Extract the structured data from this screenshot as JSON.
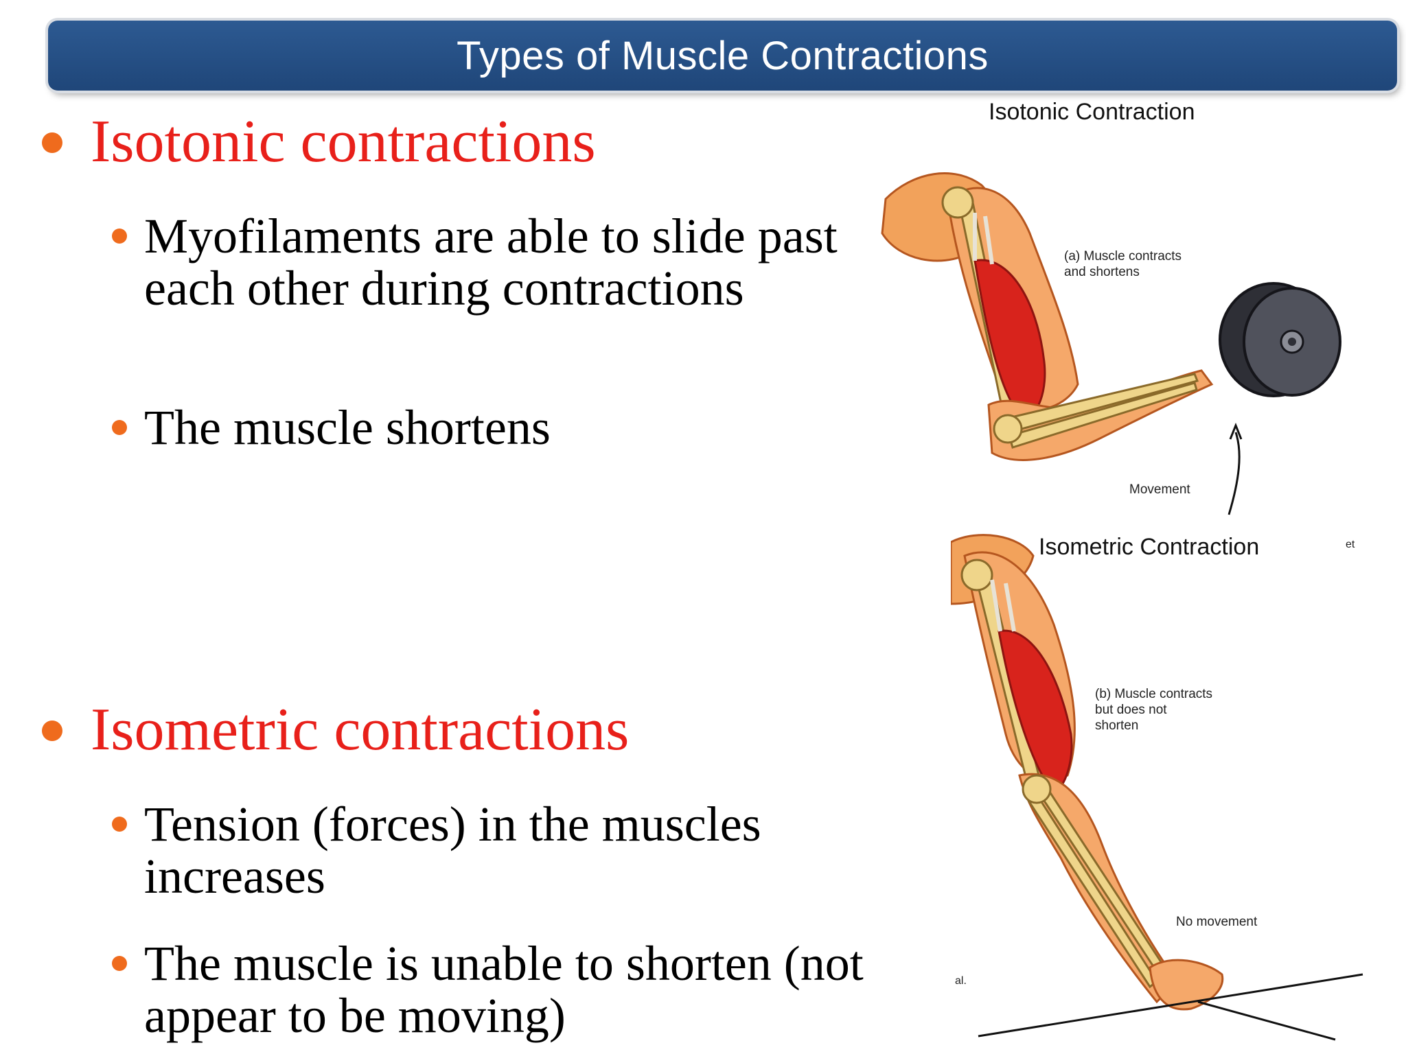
{
  "slide": {
    "title": "Types of Muscle Contractions"
  },
  "sections": [
    {
      "heading": "Isotonic contractions",
      "points": [
        "Myofilaments are able to slide past each other during contractions",
        "The muscle shortens"
      ]
    },
    {
      "heading": "Isometric contractions",
      "points": [
        "Tension (forces) in the muscles increases",
        "The muscle is unable to shorten (not appear to be moving)"
      ]
    }
  ],
  "figures": {
    "isotonic": {
      "title": "Isotonic Contraction",
      "label_a": "(a) Muscle contracts\nand shortens",
      "movement": "Movement"
    },
    "isometric": {
      "title": "Isometric Contraction",
      "label_b": "(b) Muscle contracts\nbut does not\nshorten",
      "no_movement": "No movement"
    },
    "fragments": {
      "top_right": "et",
      "left_side": "al."
    }
  },
  "colors": {
    "title_bar": "#245087",
    "heading_red": "#e8201a",
    "bullet_orange": "#ef6b1d",
    "muscle_red": "#d8231c",
    "skin_orange": "#f0914a",
    "bone": "#efd58a"
  }
}
